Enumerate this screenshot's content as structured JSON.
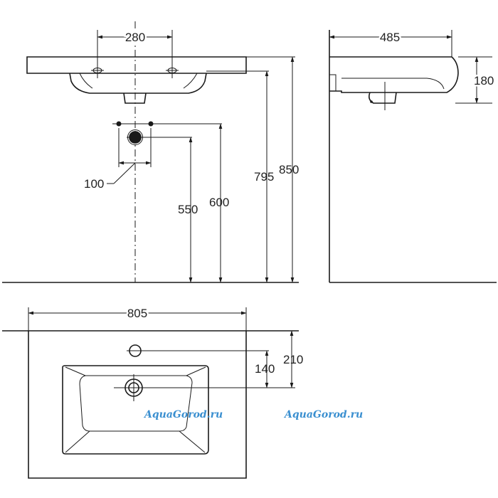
{
  "dimensions": {
    "tap_hole_spacing": "280",
    "wall_depth": "485",
    "front_height": "180",
    "drain_spacing": "100",
    "drain_height_low": "550",
    "drain_height_high": "600",
    "bowl_height": "795",
    "total_height": "850",
    "overall_width": "805",
    "drain_offset": "140",
    "tap_offset": "210"
  },
  "watermarks": {
    "left": "AquaGorod.ru",
    "right": "AquaGorod.ru"
  },
  "colors": {
    "line": "#1a1a1a",
    "watermark": "#3a8fd0"
  }
}
